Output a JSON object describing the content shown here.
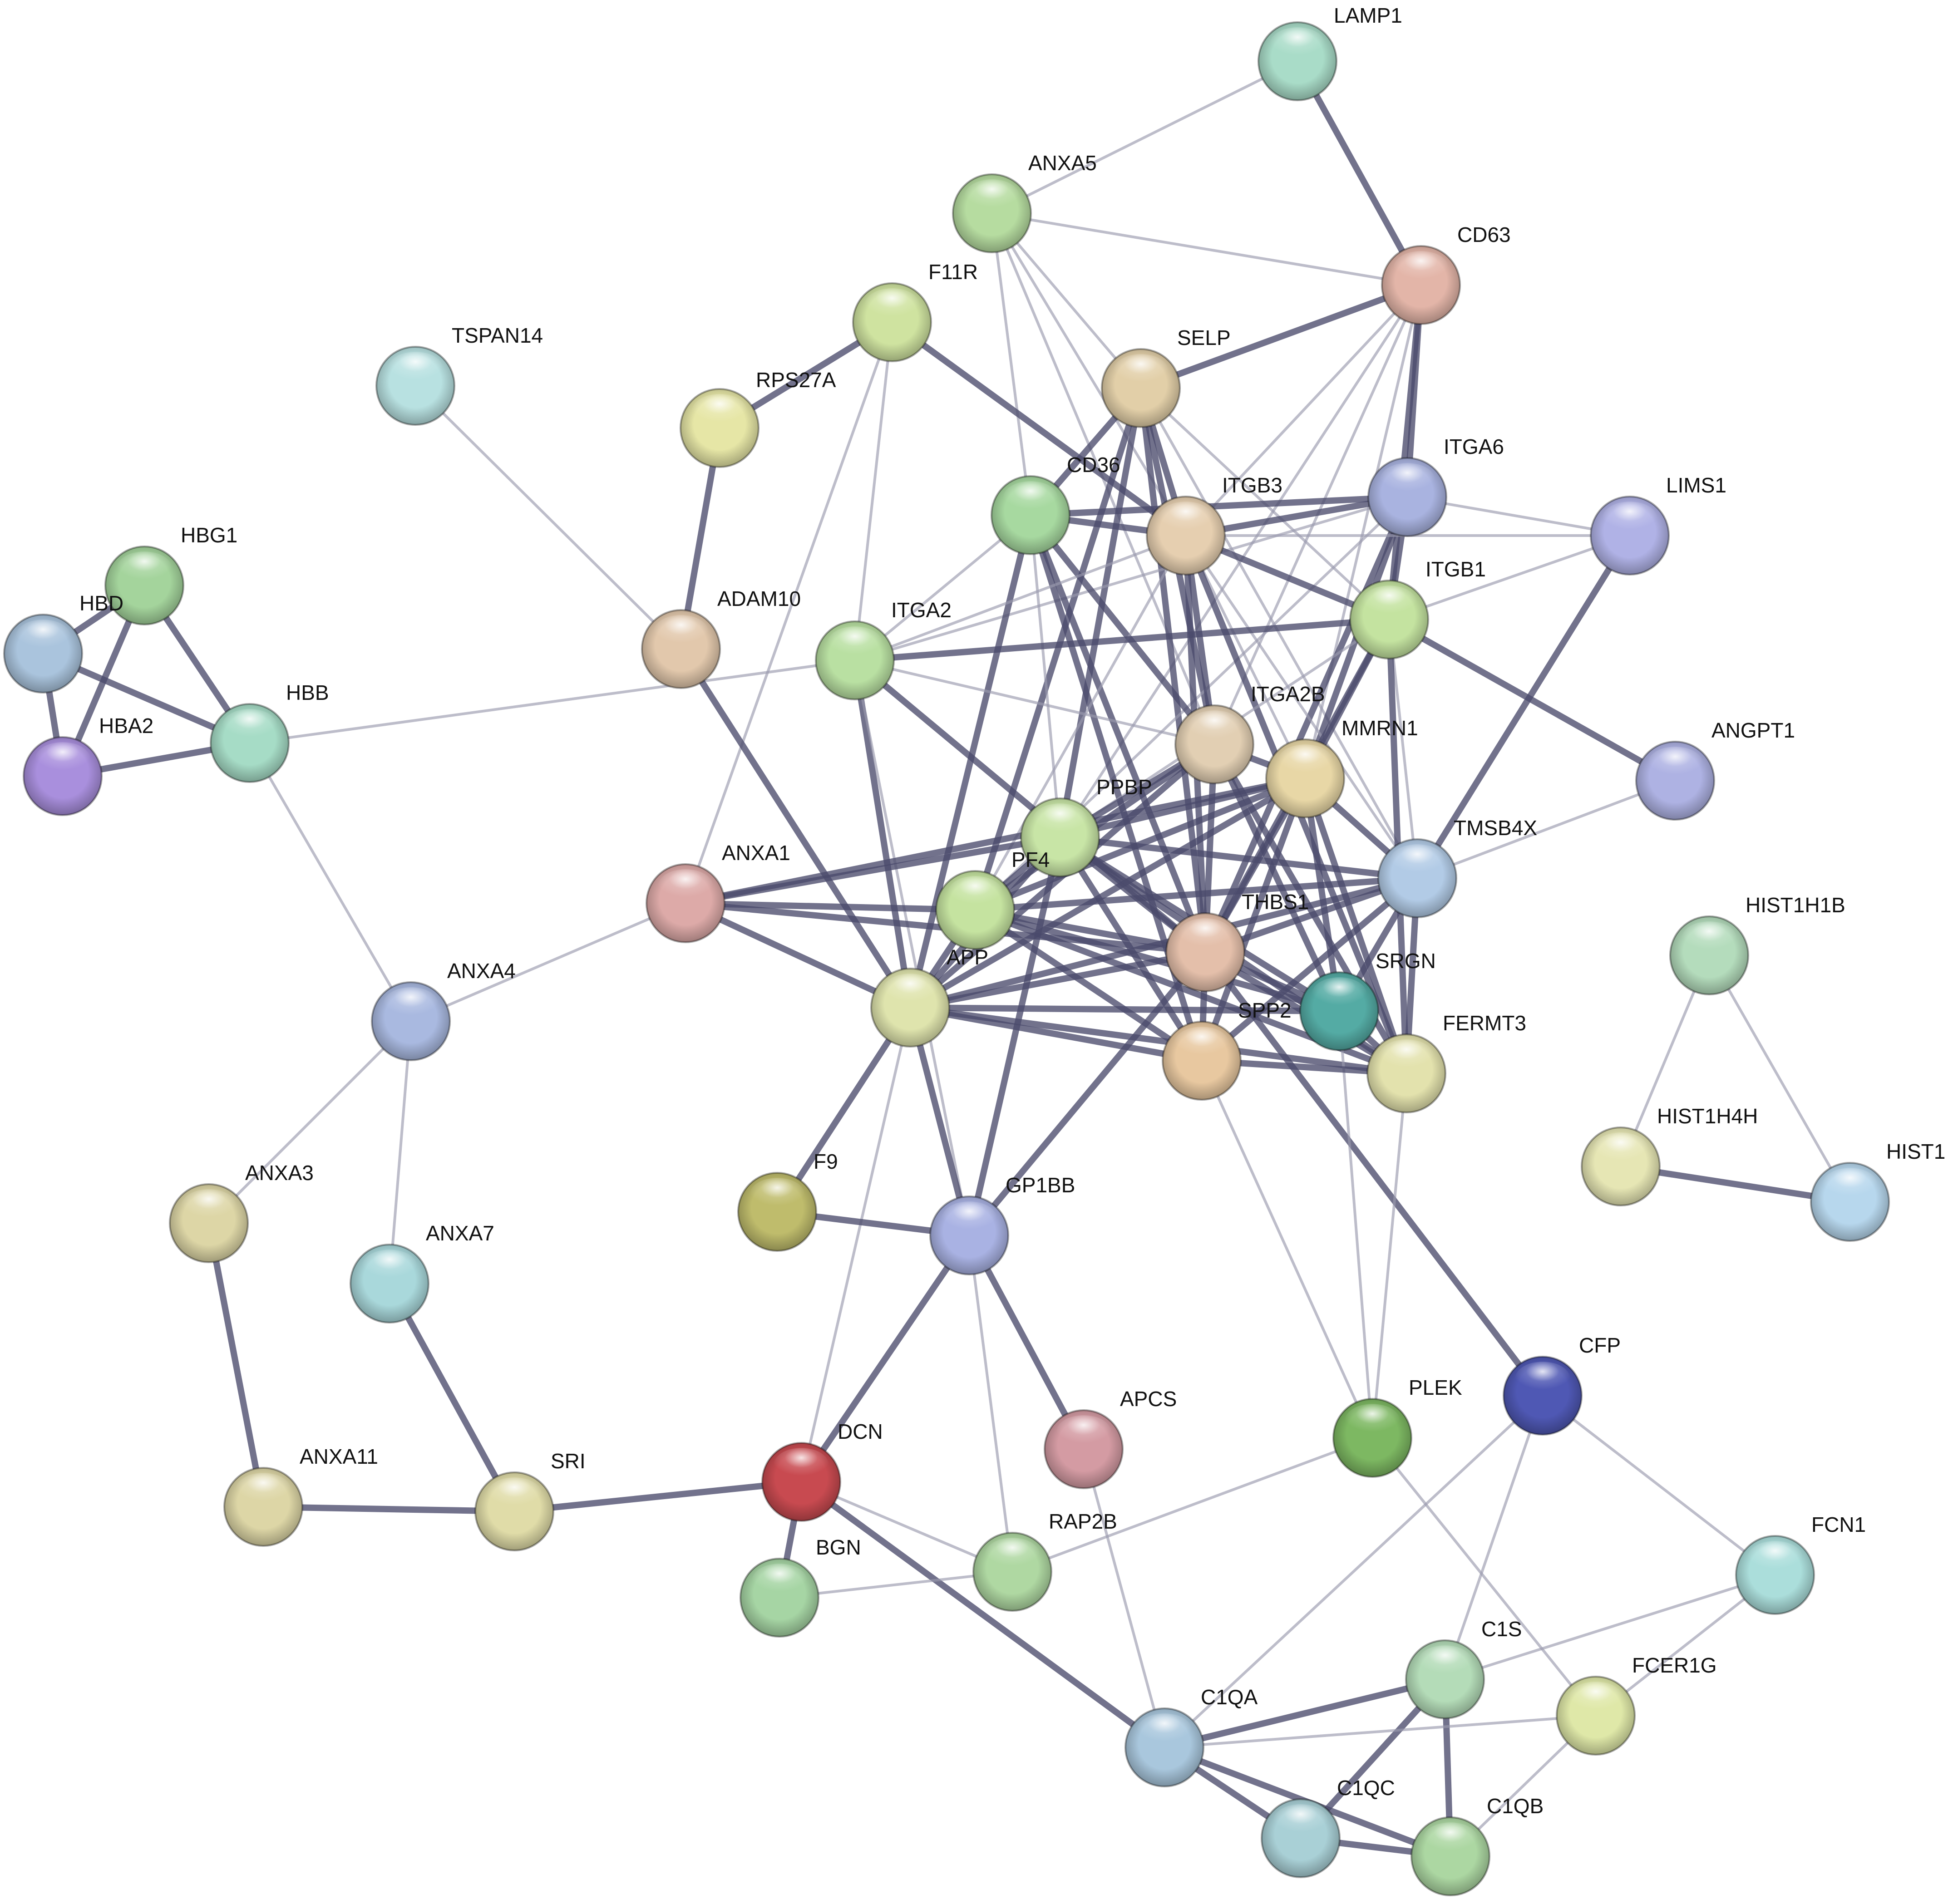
{
  "nodes": [
    {
      "id": "LAMP1",
      "label": "LAMP1",
      "color": "#a9dcc8"
    },
    {
      "id": "ANXA5",
      "label": "ANXA5",
      "color": "#b6dca0"
    },
    {
      "id": "CD63",
      "label": "CD63",
      "color": "#e3b5a8"
    },
    {
      "id": "F11R",
      "label": "F11R",
      "color": "#cfe3a0"
    },
    {
      "id": "SELP",
      "label": "SELP",
      "color": "#e2cfa8"
    },
    {
      "id": "TSPAN14",
      "label": "TSPAN14",
      "color": "#b8e1e1"
    },
    {
      "id": "RPS27A",
      "label": "RPS27A",
      "color": "#e6e6a6"
    },
    {
      "id": "ITGA6",
      "label": "ITGA6",
      "color": "#a9b3e0"
    },
    {
      "id": "LIMS1",
      "label": "LIMS1",
      "color": "#b0b2e6"
    },
    {
      "id": "CD36",
      "label": "CD36",
      "color": "#a7d9a0"
    },
    {
      "id": "ITGB3",
      "label": "ITGB3",
      "color": "#e6cfb0"
    },
    {
      "id": "HBG1",
      "label": "HBG1",
      "color": "#a4d49c"
    },
    {
      "id": "HBD",
      "label": "HBD",
      "color": "#aac4dd"
    },
    {
      "id": "ITGB1",
      "label": "ITGB1",
      "color": "#c4e3a0"
    },
    {
      "id": "ADAM10",
      "label": "ADAM10",
      "color": "#e2c8ac"
    },
    {
      "id": "ITGA2",
      "label": "ITGA2",
      "color": "#b9e0a2"
    },
    {
      "id": "HBB",
      "label": "HBB",
      "color": "#a6dcc6"
    },
    {
      "id": "HBA2",
      "label": "HBA2",
      "color": "#a98fdd"
    },
    {
      "id": "ITGA2B",
      "label": "ITGA2B",
      "color": "#e2cfb3"
    },
    {
      "id": "MMRN1",
      "label": "MMRN1",
      "color": "#e8d7a6"
    },
    {
      "id": "ANGPT1",
      "label": "ANGPT1",
      "color": "#aeb2e3"
    },
    {
      "id": "PPBP",
      "label": "PPBP",
      "color": "#c8e5a6"
    },
    {
      "id": "ANXA1",
      "label": "ANXA1",
      "color": "#ddaaa8"
    },
    {
      "id": "TMSB4X",
      "label": "TMSB4X",
      "color": "#b2cbe6"
    },
    {
      "id": "PF4",
      "label": "PF4",
      "color": "#c5e3a0"
    },
    {
      "id": "HIST1H1B",
      "label": "HIST1H1B",
      "color": "#b4dcbc"
    },
    {
      "id": "THBS1",
      "label": "THBS1",
      "color": "#e4bfaa"
    },
    {
      "id": "ANXA4",
      "label": "ANXA4",
      "color": "#a9b9e0"
    },
    {
      "id": "APP",
      "label": "APP",
      "color": "#dfe4ad"
    },
    {
      "id": "SRGN",
      "label": "SRGN",
      "color": "#54aba4"
    },
    {
      "id": "SPP2",
      "label": "SPP2",
      "color": "#e8c8a0"
    },
    {
      "id": "FERMT3",
      "label": "FERMT3",
      "color": "#e3e2ad"
    },
    {
      "id": "HIST1H4H",
      "label": "HIST1H4H",
      "color": "#e6e6b4"
    },
    {
      "id": "HIST1",
      "label": "HIST1",
      "color": "#b7d7ed"
    },
    {
      "id": "ANXA3",
      "label": "ANXA3",
      "color": "#ddd6a6"
    },
    {
      "id": "F9",
      "label": "F9",
      "color": "#bfbc6c"
    },
    {
      "id": "GP1BB",
      "label": "GP1BB",
      "color": "#a9b2e3"
    },
    {
      "id": "ANXA7",
      "label": "ANXA7",
      "color": "#a9d8db"
    },
    {
      "id": "CFP",
      "label": "CFP",
      "color": "#4f58b4"
    },
    {
      "id": "APCS",
      "label": "APCS",
      "color": "#d49ba3"
    },
    {
      "id": "PLEK",
      "label": "PLEK",
      "color": "#7db862"
    },
    {
      "id": "DCN",
      "label": "DCN",
      "color": "#c84a50"
    },
    {
      "id": "ANXA11",
      "label": "ANXA11",
      "color": "#ddd6a6"
    },
    {
      "id": "SRI",
      "label": "SRI",
      "color": "#e0dca8"
    },
    {
      "id": "FCN1",
      "label": "FCN1",
      "color": "#abdedb"
    },
    {
      "id": "RAP2B",
      "label": "RAP2B",
      "color": "#afd8a2"
    },
    {
      "id": "BGN",
      "label": "BGN",
      "color": "#a6d5a4"
    },
    {
      "id": "C1S",
      "label": "C1S",
      "color": "#b4dcb8"
    },
    {
      "id": "FCER1G",
      "label": "FCER1G",
      "color": "#dfe8a8"
    },
    {
      "id": "C1QA",
      "label": "C1QA",
      "color": "#a9c7dd"
    },
    {
      "id": "C1QC",
      "label": "C1QC",
      "color": "#a9d0d6"
    },
    {
      "id": "C1QB",
      "label": "C1QB",
      "color": "#acd7a2"
    }
  ],
  "edges": [
    [
      "LAMP1",
      "ANXA5",
      "weak"
    ],
    [
      "LAMP1",
      "CD63",
      "strong"
    ],
    [
      "ANXA5",
      "CD63",
      "weak"
    ],
    [
      "ANXA5",
      "SELP",
      "weak"
    ],
    [
      "ANXA5",
      "ITGB3",
      "weak"
    ],
    [
      "ANXA5",
      "CD36",
      "weak"
    ],
    [
      "ANXA5",
      "ITGA2B",
      "weak"
    ],
    [
      "CD63",
      "SELP",
      "strong"
    ],
    [
      "CD63",
      "ITGA6",
      "strong"
    ],
    [
      "CD63",
      "ITGB1",
      "strong"
    ],
    [
      "CD63",
      "ITGB3",
      "weak"
    ],
    [
      "CD63",
      "PPBP",
      "weak"
    ],
    [
      "CD63",
      "MMRN1",
      "weak"
    ],
    [
      "CD63",
      "ITGA2B",
      "weak"
    ],
    [
      "F11R",
      "RPS27A",
      "strong"
    ],
    [
      "F11R",
      "ITGB3",
      "strong"
    ],
    [
      "F11R",
      "ITGA2",
      "weak"
    ],
    [
      "F11R",
      "ANXA1",
      "weak"
    ],
    [
      "SELP",
      "CD36",
      "strong"
    ],
    [
      "SELP",
      "ITGB3",
      "strong"
    ],
    [
      "SELP",
      "ITGA2B",
      "strong"
    ],
    [
      "SELP",
      "THBS1",
      "strong"
    ],
    [
      "SELP",
      "PF4",
      "strong"
    ],
    [
      "SELP",
      "PPBP",
      "strong"
    ],
    [
      "SELP",
      "TMSB4X",
      "weak"
    ],
    [
      "SELP",
      "ITGB1",
      "weak"
    ],
    [
      "TSPAN14",
      "ADAM10",
      "weak"
    ],
    [
      "RPS27A",
      "ADAM10",
      "strong"
    ],
    [
      "ITGA6",
      "ITGB3",
      "strong"
    ],
    [
      "ITGA6",
      "ITGB1",
      "strong"
    ],
    [
      "ITGA6",
      "LIMS1",
      "weak"
    ],
    [
      "ITGA6",
      "MMRN1",
      "strong"
    ],
    [
      "ITGA6",
      "THBS1",
      "strong"
    ],
    [
      "ITGA6",
      "PF4",
      "weak"
    ],
    [
      "ITGA6",
      "CD36",
      "strong"
    ],
    [
      "ITGA6",
      "ITGA2",
      "weak"
    ],
    [
      "LIMS1",
      "ITGB1",
      "weak"
    ],
    [
      "LIMS1",
      "ITGB3",
      "weak"
    ],
    [
      "LIMS1",
      "TMSB4X",
      "strong"
    ],
    [
      "CD36",
      "ITGB3",
      "strong"
    ],
    [
      "CD36",
      "THBS1",
      "strong"
    ],
    [
      "CD36",
      "ITGA2",
      "weak"
    ],
    [
      "CD36",
      "PPBP",
      "weak"
    ],
    [
      "CD36",
      "APP",
      "strong"
    ],
    [
      "CD36",
      "SPP2",
      "strong"
    ],
    [
      "CD36",
      "ITGA2B",
      "strong"
    ],
    [
      "ITGB3",
      "ITGB1",
      "strong"
    ],
    [
      "ITGB3",
      "ITGA2B",
      "strong"
    ],
    [
      "ITGB3",
      "THBS1",
      "strong"
    ],
    [
      "ITGB3",
      "ITGA2",
      "weak"
    ],
    [
      "ITGB3",
      "MMRN1",
      "weak"
    ],
    [
      "ITGB3",
      "FERMT3",
      "strong"
    ],
    [
      "ITGB3",
      "PF4",
      "weak"
    ],
    [
      "ITGB3",
      "TMSB4X",
      "weak"
    ],
    [
      "HBG1",
      "HBD",
      "strong"
    ],
    [
      "HBG1",
      "HBB",
      "strong"
    ],
    [
      "HBG1",
      "HBA2",
      "strong"
    ],
    [
      "HBD",
      "HBB",
      "strong"
    ],
    [
      "HBD",
      "HBA2",
      "strong"
    ],
    [
      "HBB",
      "HBA2",
      "strong"
    ],
    [
      "HBB",
      "ITGA2",
      "weak"
    ],
    [
      "HBB",
      "ANXA4",
      "weak"
    ],
    [
      "ITGB1",
      "ITGA2",
      "strong"
    ],
    [
      "ITGB1",
      "ANGPT1",
      "strong"
    ],
    [
      "ITGB1",
      "TMSB4X",
      "weak"
    ],
    [
      "ITGB1",
      "MMRN1",
      "strong"
    ],
    [
      "ITGB1",
      "THBS1",
      "strong"
    ],
    [
      "ITGB1",
      "FERMT3",
      "strong"
    ],
    [
      "ITGB1",
      "PPBP",
      "weak"
    ],
    [
      "ADAM10",
      "APP",
      "strong"
    ],
    [
      "ITGA2",
      "APP",
      "strong"
    ],
    [
      "ITGA2",
      "THBS1",
      "strong"
    ],
    [
      "ITGA2",
      "ITGA2B",
      "weak"
    ],
    [
      "ITGA2",
      "GP1BB",
      "weak"
    ],
    [
      "ITGA2B",
      "MMRN1",
      "strong"
    ],
    [
      "ITGA2B",
      "THBS1",
      "strong"
    ],
    [
      "ITGA2B",
      "PPBP",
      "strong"
    ],
    [
      "ITGA2B",
      "PF4",
      "strong"
    ],
    [
      "ITGA2B",
      "FERMT3",
      "strong"
    ],
    [
      "ITGA2B",
      "SRGN",
      "strong"
    ],
    [
      "ITGA2B",
      "APP",
      "strong"
    ],
    [
      "MMRN1",
      "PPBP",
      "strong"
    ],
    [
      "MMRN1",
      "PF4",
      "strong"
    ],
    [
      "MMRN1",
      "THBS1",
      "strong"
    ],
    [
      "MMRN1",
      "TMSB4X",
      "strong"
    ],
    [
      "MMRN1",
      "SRGN",
      "strong"
    ],
    [
      "MMRN1",
      "SPP2",
      "strong"
    ],
    [
      "MMRN1",
      "FERMT3",
      "strong"
    ],
    [
      "MMRN1",
      "APP",
      "strong"
    ],
    [
      "MMRN1",
      "ANXA1",
      "strong"
    ],
    [
      "ANGPT1",
      "TMSB4X",
      "weak"
    ],
    [
      "PPBP",
      "PF4",
      "strong"
    ],
    [
      "PPBP",
      "THBS1",
      "strong"
    ],
    [
      "PPBP",
      "APP",
      "strong"
    ],
    [
      "PPBP",
      "SRGN",
      "strong"
    ],
    [
      "PPBP",
      "SPP2",
      "strong"
    ],
    [
      "PPBP",
      "FERMT3",
      "strong"
    ],
    [
      "PPBP",
      "TMSB4X",
      "strong"
    ],
    [
      "PPBP",
      "GP1BB",
      "strong"
    ],
    [
      "PPBP",
      "ANXA1",
      "strong"
    ],
    [
      "ANXA1",
      "PF4",
      "strong"
    ],
    [
      "ANXA1",
      "APP",
      "strong"
    ],
    [
      "ANXA1",
      "ANXA4",
      "weak"
    ],
    [
      "ANXA1",
      "THBS1",
      "strong"
    ],
    [
      "TMSB4X",
      "THBS1",
      "strong"
    ],
    [
      "TMSB4X",
      "PF4",
      "strong"
    ],
    [
      "TMSB4X",
      "SRGN",
      "strong"
    ],
    [
      "TMSB4X",
      "FERMT3",
      "strong"
    ],
    [
      "TMSB4X",
      "APP",
      "strong"
    ],
    [
      "TMSB4X",
      "SPP2",
      "strong"
    ],
    [
      "PF4",
      "THBS1",
      "strong"
    ],
    [
      "PF4",
      "APP",
      "strong"
    ],
    [
      "PF4",
      "SRGN",
      "strong"
    ],
    [
      "PF4",
      "SPP2",
      "strong"
    ],
    [
      "PF4",
      "FERMT3",
      "strong"
    ],
    [
      "THBS1",
      "APP",
      "strong"
    ],
    [
      "THBS1",
      "SRGN",
      "strong"
    ],
    [
      "THBS1",
      "SPP2",
      "strong"
    ],
    [
      "THBS1",
      "FERMT3",
      "strong"
    ],
    [
      "THBS1",
      "GP1BB",
      "strong"
    ],
    [
      "THBS1",
      "CFP",
      "strong"
    ],
    [
      "APP",
      "SRGN",
      "strong"
    ],
    [
      "APP",
      "SPP2",
      "strong"
    ],
    [
      "APP",
      "F9",
      "strong"
    ],
    [
      "APP",
      "GP1BB",
      "strong"
    ],
    [
      "APP",
      "DCN",
      "weak"
    ],
    [
      "APP",
      "FERMT3",
      "strong"
    ],
    [
      "SRGN",
      "FERMT3",
      "strong"
    ],
    [
      "SRGN",
      "PLEK",
      "weak"
    ],
    [
      "SPP2",
      "FERMT3",
      "strong"
    ],
    [
      "SPP2",
      "PLEK",
      "weak"
    ],
    [
      "FERMT3",
      "PLEK",
      "weak"
    ],
    [
      "HIST1H1B",
      "HIST1H4H",
      "weak"
    ],
    [
      "HIST1H1B",
      "HIST1",
      "weak"
    ],
    [
      "HIST1H4H",
      "HIST1",
      "strong"
    ],
    [
      "ANXA4",
      "ANXA3",
      "weak"
    ],
    [
      "ANXA4",
      "ANXA7",
      "weak"
    ],
    [
      "ANXA3",
      "ANXA11",
      "strong"
    ],
    [
      "ANXA7",
      "SRI",
      "strong"
    ],
    [
      "ANXA11",
      "SRI",
      "strong"
    ],
    [
      "SRI",
      "DCN",
      "strong"
    ],
    [
      "F9",
      "GP1BB",
      "strong"
    ],
    [
      "GP1BB",
      "DCN",
      "strong"
    ],
    [
      "GP1BB",
      "APCS",
      "strong"
    ],
    [
      "GP1BB",
      "RAP2B",
      "weak"
    ],
    [
      "APCS",
      "C1QA",
      "weak"
    ],
    [
      "CFP",
      "FCN1",
      "weak"
    ],
    [
      "CFP",
      "C1QA",
      "weak"
    ],
    [
      "CFP",
      "C1S",
      "weak"
    ],
    [
      "PLEK",
      "RAP2B",
      "weak"
    ],
    [
      "PLEK",
      "FCER1G",
      "weak"
    ],
    [
      "DCN",
      "BGN",
      "strong"
    ],
    [
      "DCN",
      "RAP2B",
      "weak"
    ],
    [
      "DCN",
      "C1QA",
      "strong"
    ],
    [
      "BGN",
      "RAP2B",
      "weak"
    ],
    [
      "FCN1",
      "C1S",
      "weak"
    ],
    [
      "FCN1",
      "FCER1G",
      "weak"
    ],
    [
      "C1S",
      "C1QA",
      "strong"
    ],
    [
      "C1S",
      "C1QB",
      "strong"
    ],
    [
      "C1S",
      "C1QC",
      "strong"
    ],
    [
      "FCER1G",
      "C1QA",
      "weak"
    ],
    [
      "FCER1G",
      "C1QB",
      "weak"
    ],
    [
      "C1QA",
      "C1QB",
      "strong"
    ],
    [
      "C1QA",
      "C1QC",
      "strong"
    ],
    [
      "C1QC",
      "C1QB",
      "strong"
    ]
  ]
}
